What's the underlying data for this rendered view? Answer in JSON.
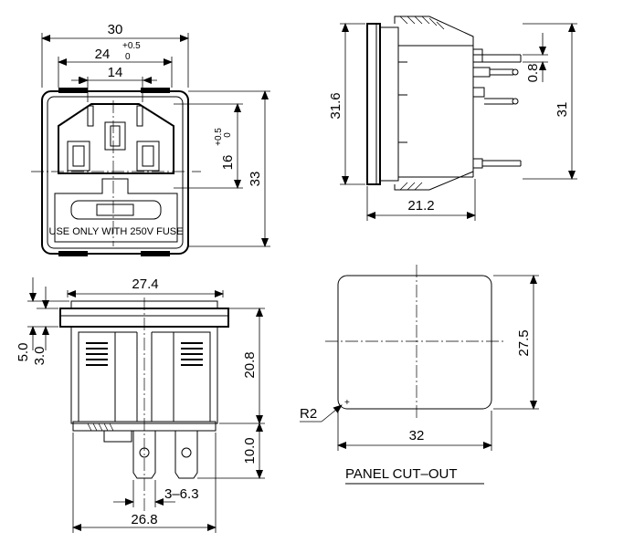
{
  "front_view": {
    "width": "30",
    "inner_width": "24",
    "inner_width_tol_upper": "+0.5",
    "inner_width_tol_lower": "0",
    "pin_span": "14",
    "socket_height": "16",
    "socket_height_tol_upper": "+0.5",
    "socket_height_tol_lower": "0",
    "height": "33",
    "fuse_label": "USE ONLY WITH 250V FUSE"
  },
  "side_view": {
    "body_height": "31.6",
    "total_height": "31",
    "terminal_pitch": "0.8",
    "depth": "21.2"
  },
  "bottom_view": {
    "width": "27.4",
    "offset_5": "5.0",
    "offset_3": "3.0",
    "body_depth": "20.8",
    "terminal_length": "10.0",
    "terminal_spec": "3–6.3",
    "base_width": "26.8"
  },
  "cutout": {
    "height": "27.5",
    "width": "32",
    "radius": "R2",
    "title": "PANEL CUT–OUT"
  }
}
